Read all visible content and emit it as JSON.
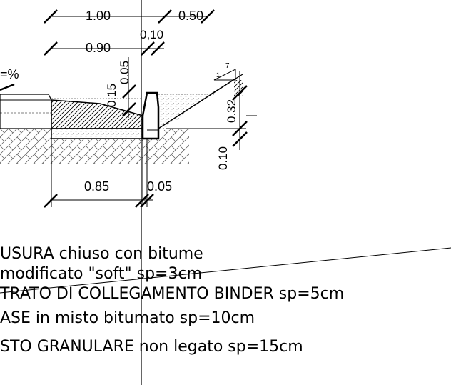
{
  "dimensions": {
    "top_width": "1.00",
    "right_width": "0.50",
    "inner_width": "0.90",
    "curb_width": "0,10",
    "depth_a": "0.05",
    "depth_b": "0.15",
    "slope_height": "0.32",
    "base_depth": "0.10",
    "bottom_width": "0.85",
    "bottom_offset": "0.05",
    "slope_ratio": "7",
    "fall": "=%"
  },
  "notes": [
    "USURA chiuso con bitume",
    "modificato \"soft\" sp=3cm",
    "TRATO DI COLLEGAMENTO BINDER sp=5cm",
    "ASE in misto bitumato sp=10cm",
    "STO GRANULARE non legato sp=15cm"
  ]
}
